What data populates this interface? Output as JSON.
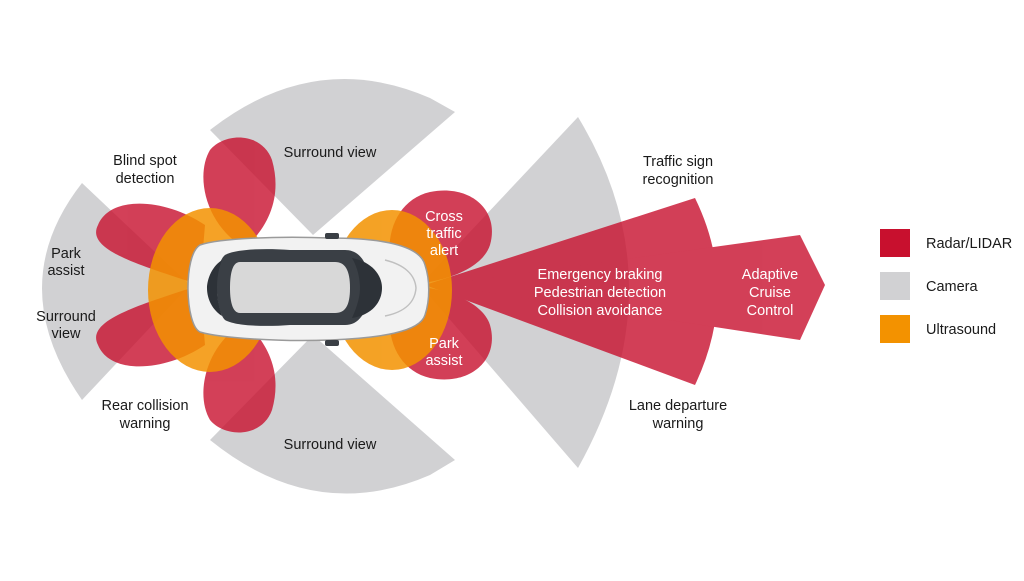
{
  "colors": {
    "radar": "#c8102e",
    "camera": "#d1d1d3",
    "ultrasound": "#f39200"
  },
  "icons": [
    "car-icon"
  ],
  "labels": {
    "surround_view_top": "Surround view",
    "blind_spot": [
      "Blind spot",
      "detection"
    ],
    "park_assist_rear": [
      "Park",
      "assist"
    ],
    "surround_view_rear": [
      "Surround",
      "view"
    ],
    "rear_collision": [
      "Rear collision",
      "warning"
    ],
    "surround_view_bottom": "Surround view",
    "cross_traffic": [
      "Cross",
      "traffic",
      "alert"
    ],
    "park_assist_front": [
      "Park",
      "assist"
    ],
    "emergency": [
      "Emergency braking",
      "Pedestrian detection",
      "Collision avoidance"
    ],
    "traffic_sign": [
      "Traffic sign",
      "recognition"
    ],
    "acc": [
      "Adaptive",
      "Cruise",
      "Control"
    ],
    "lane_departure": [
      "Lane departure",
      "warning"
    ]
  },
  "legend": [
    {
      "label": "Radar/LIDAR",
      "color": "#c8102e"
    },
    {
      "label": "Camera",
      "color": "#d1d1d3"
    },
    {
      "label": "Ultrasound",
      "color": "#f39200"
    }
  ]
}
